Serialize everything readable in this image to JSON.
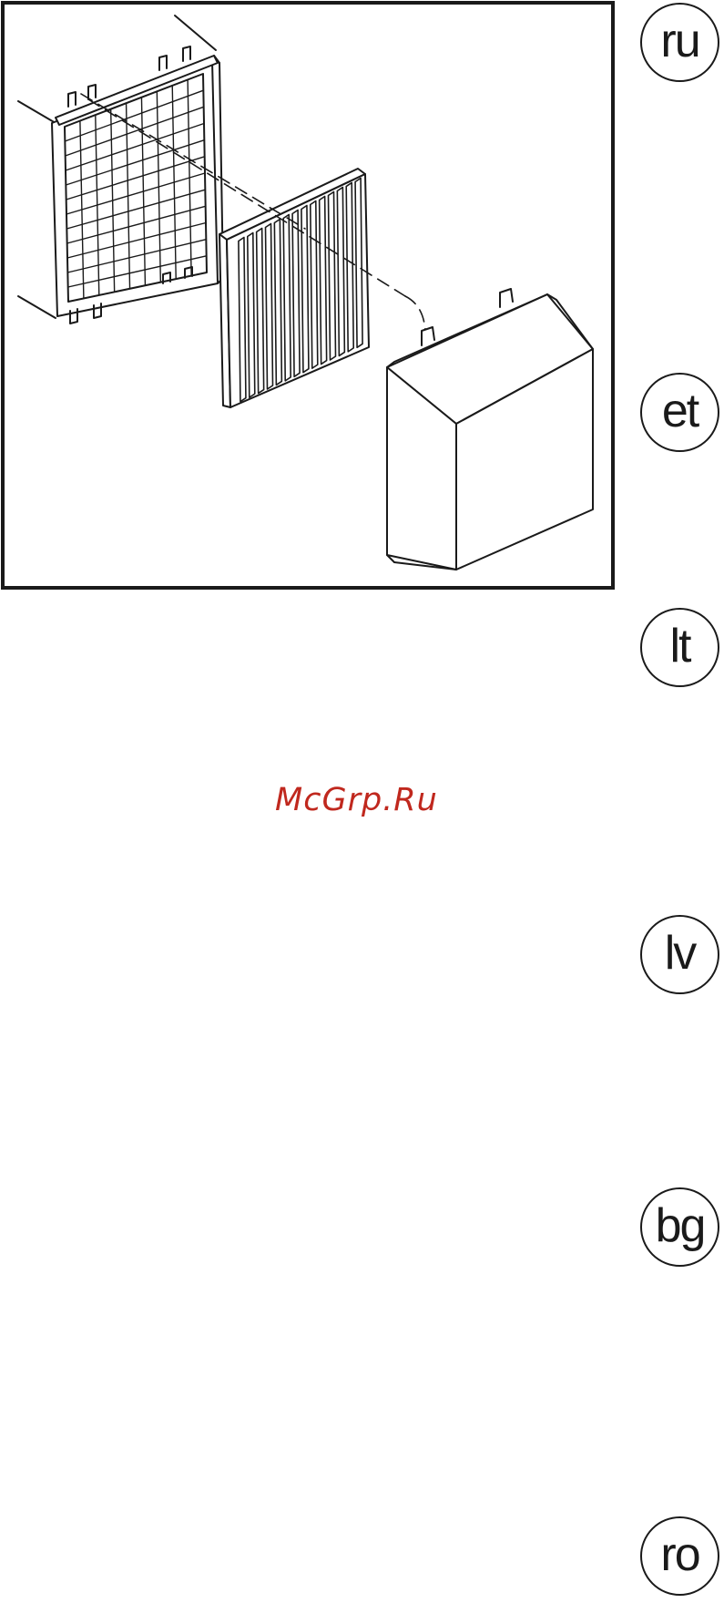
{
  "watermark": {
    "text": "McGrp.Ru",
    "color": "#c0281e"
  },
  "figure": {
    "frame_color": "#1a1a1a",
    "stroke_color": "#1a1a1a"
  },
  "language_badges": [
    {
      "code": "ru"
    },
    {
      "code": "et"
    },
    {
      "code": "lt"
    },
    {
      "code": "lv"
    },
    {
      "code": "bg"
    },
    {
      "code": "ro"
    }
  ]
}
